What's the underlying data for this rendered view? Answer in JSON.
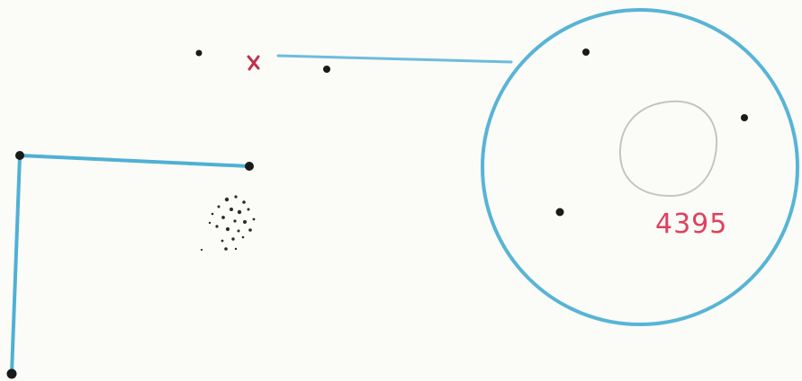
{
  "drawing": {
    "field_label": "4395",
    "colors": {
      "paper": "#fbfbf8",
      "pencil_blue": "#58b4d6",
      "star_ink": "#1a1a1a",
      "marker_red": "#c0334f",
      "label_pink": "#e0405e",
      "galaxy_gray": "#bdbdbd"
    },
    "marks": [
      {
        "name": "position-cross-marker",
        "glyph": "x"
      }
    ]
  }
}
